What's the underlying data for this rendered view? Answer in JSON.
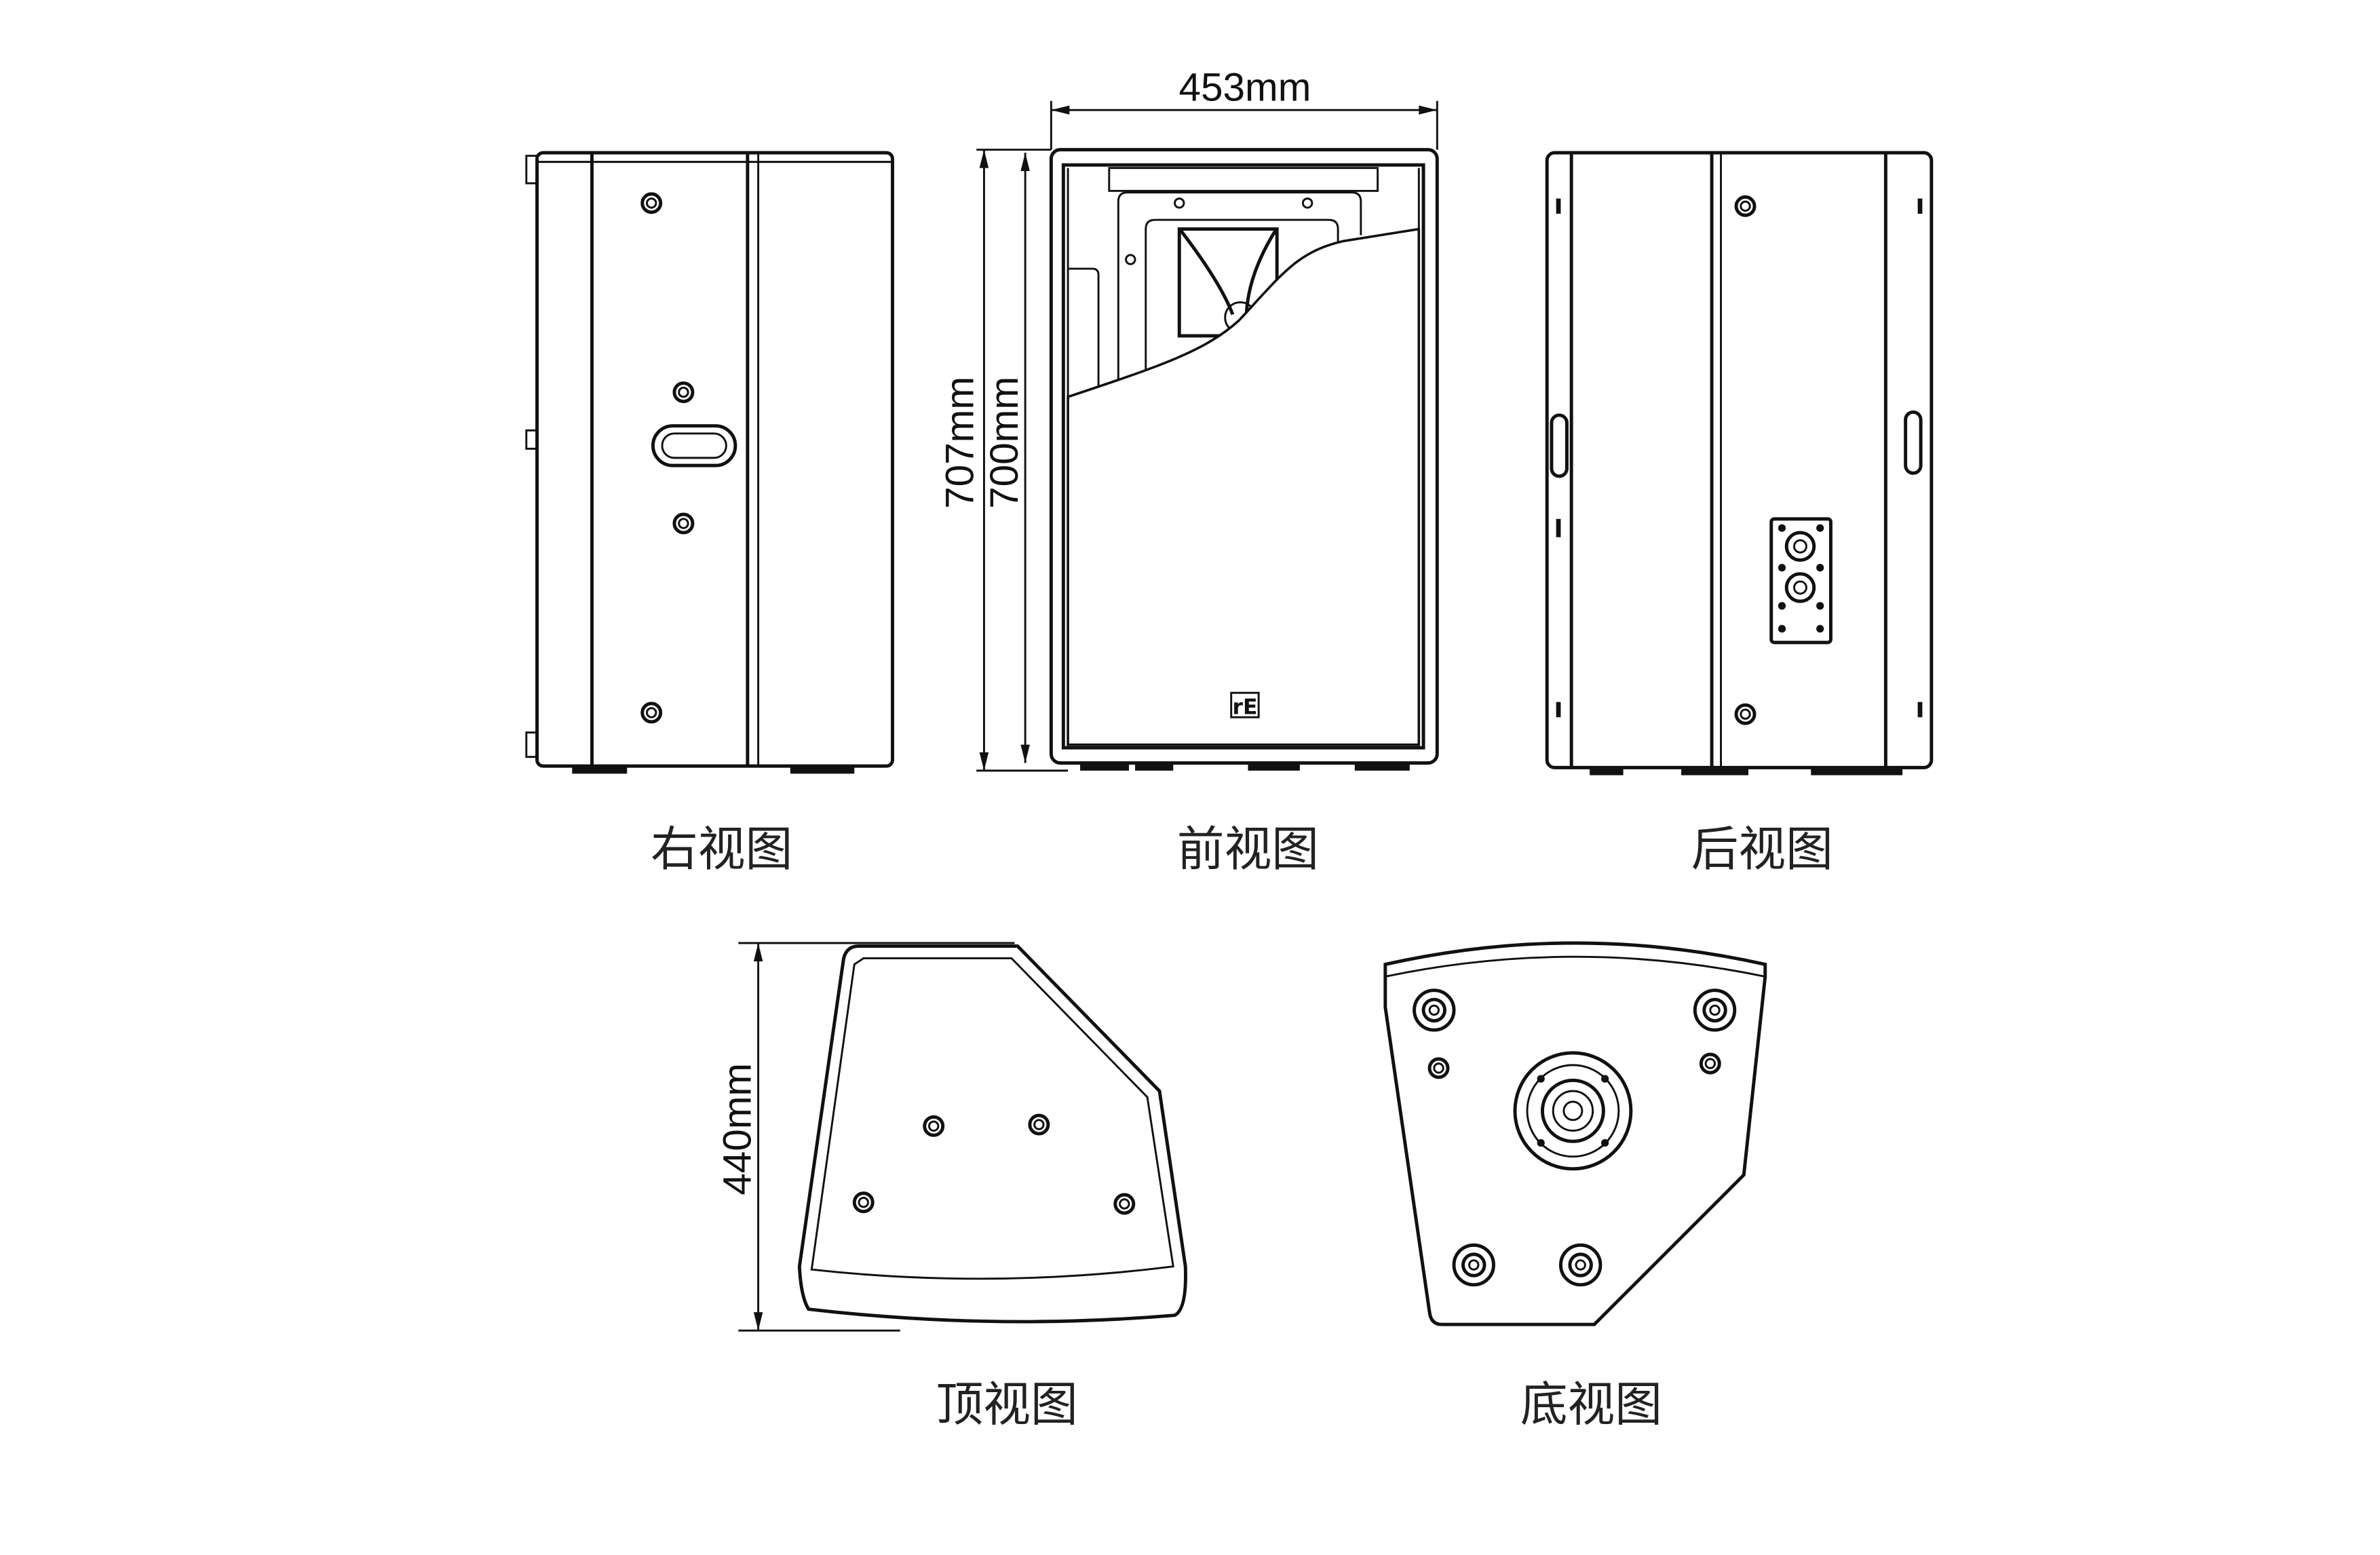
{
  "dimensions": {
    "width": "453mm",
    "height_outer": "707mm",
    "height_inner": "700mm",
    "depth": "440mm"
  },
  "labels": {
    "right_view": "右视图",
    "front_view": "前视图",
    "back_view": "后视图",
    "top_view": "顶视图",
    "bottom_view": "底视图"
  },
  "logo_text": "rE",
  "colors": {
    "line": "#111111",
    "background": "#ffffff"
  }
}
